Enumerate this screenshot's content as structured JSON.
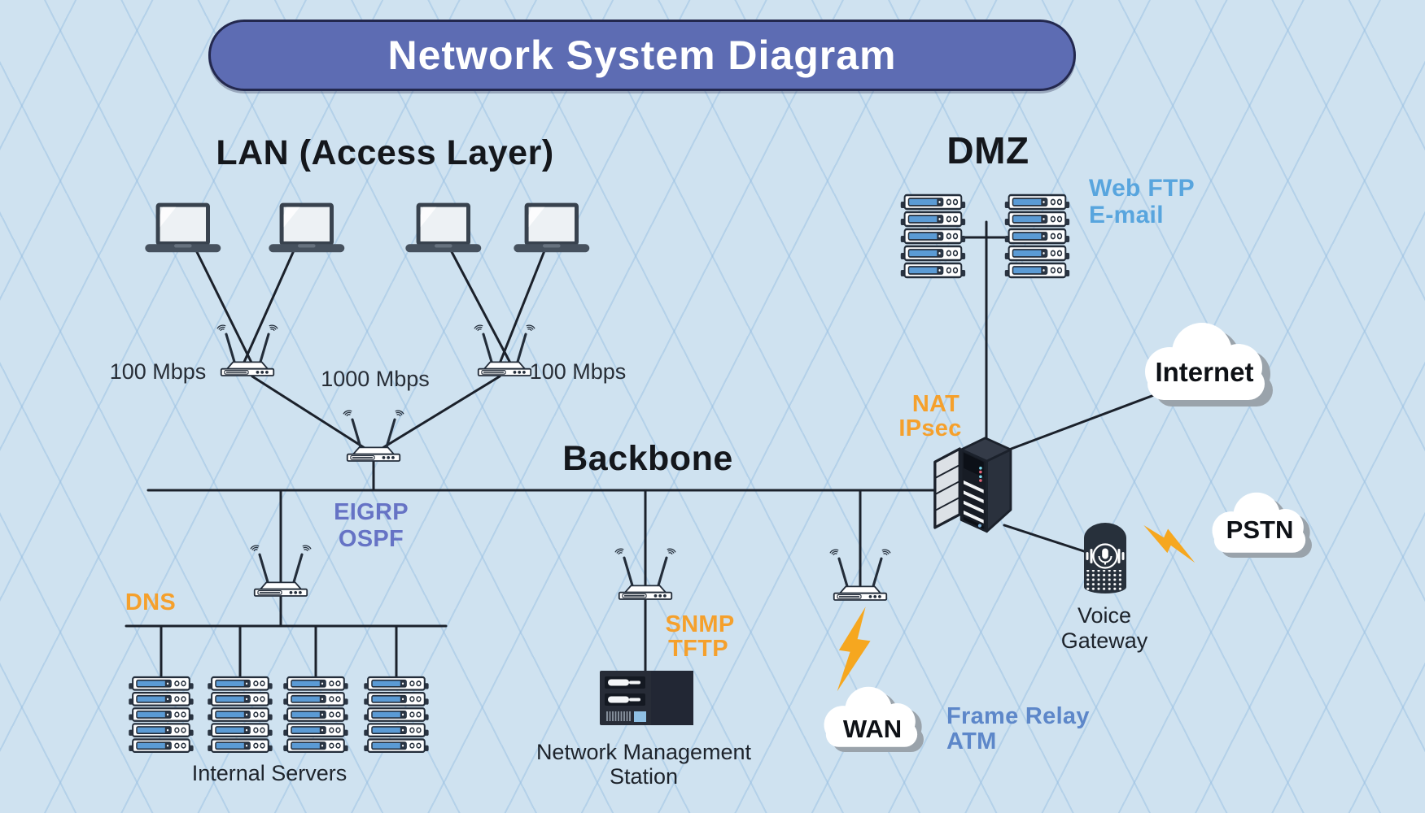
{
  "title": "Network System Diagram",
  "headings": {
    "lan": "LAN (Access Layer)",
    "dmz": "DMZ",
    "backbone": "Backbone"
  },
  "link_speeds": {
    "left": "100 Mbps",
    "center": "1000 Mbps",
    "right": "100 Mbps"
  },
  "protocols": {
    "eigrp": "EIGRP",
    "ospf": "OSPF",
    "dns": "DNS",
    "snmp": "SNMP",
    "tftp": "TFTP",
    "nat": "NAT",
    "ipsec": "IPsec",
    "web_ftp": "Web FTP",
    "email": "E-mail",
    "frame_relay": "Frame Relay",
    "atm": "ATM"
  },
  "device_labels": {
    "internal_servers": "Internal Servers",
    "nms_line1": "Network Management",
    "nms_line2": "Station",
    "voice_gw_line1": "Voice",
    "voice_gw_line2": "Gateway"
  },
  "clouds": {
    "internet": "Internet",
    "pstn": "PSTN",
    "wan": "WAN"
  },
  "icons": {
    "laptop-icon": "laptop computer",
    "wireless-router-icon": "wifi router with two antennas",
    "server-stack-icon": "rack of 5 server units",
    "firewall-server-icon": "server tower with open door (NAT/IPsec gateway)",
    "voice-gateway-icon": "cylindrical smart speaker with microphone",
    "nms-icon": "network management station chassis",
    "cloud-icon": "network cloud",
    "lightning-icon": "lightning bolt link"
  },
  "colors": {
    "background": "#CFE2F0",
    "grid_line": "#94BCE0",
    "banner_fill": "#5D6CB3",
    "banner_border": "#23284E",
    "line": "#1B212B",
    "protocol_orange": "#F5A02C",
    "routing_purple": "#6673C5",
    "dmz_label_blue": "#58A5DE",
    "wan_label_blue": "#5D87C9",
    "server_panel_blue": "#5B9BD5",
    "lightning": "#F6A71F",
    "cloud_shadow": "#9AA3AB"
  }
}
